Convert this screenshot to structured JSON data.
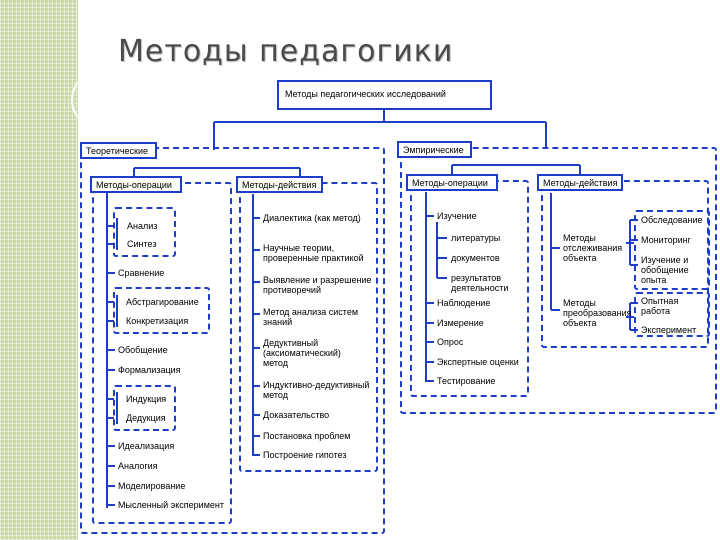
{
  "slide": {
    "title": "Методы педагогики"
  },
  "root": "Методы педагогических исследований",
  "theoretical": {
    "label": "Теоретические",
    "operations": {
      "label": "Методы-операции",
      "items": [
        "Анализ",
        "Синтез",
        "Сравнение",
        "Абстрагирование",
        "Конкретизация",
        "Обобщение",
        "Формализация",
        "Индукция",
        "Дедукция",
        "Идеализация",
        "Аналогия",
        "Моделирование",
        "Мысленный эксперимент"
      ]
    },
    "actions": {
      "label": "Методы-действия",
      "items": [
        "Диалектика (как метод)",
        "Научные теории, проверенные практикой",
        "Выявление и разрешение противоречий",
        "Метод анализа систем знаний",
        "Дедуктивный (аксиоматический) метод",
        "Индуктивно-дедуктивный метод",
        "Доказательство",
        "Постановка проблем",
        "Построение гипотез"
      ]
    }
  },
  "empirical": {
    "label": "Эмпирические",
    "operations": {
      "label": "Методы-операции",
      "study": "Изучение",
      "study_sub": [
        "литературы",
        "документов",
        "результатов деятельности"
      ],
      "items": [
        "Наблюдение",
        "Измерение",
        "Опрос",
        "Экспертные оценки",
        "Тестирование"
      ]
    },
    "actions": {
      "label": "Методы-действия",
      "tracking": "Методы отслеживания объекта",
      "tracking_items": [
        "Обследование",
        "Мониторинг",
        "Изучение и обобщение опыта"
      ],
      "transform": "Методы преобразования объекта",
      "transform_items": [
        "Опытная работа",
        "Эксперимент"
      ]
    }
  }
}
